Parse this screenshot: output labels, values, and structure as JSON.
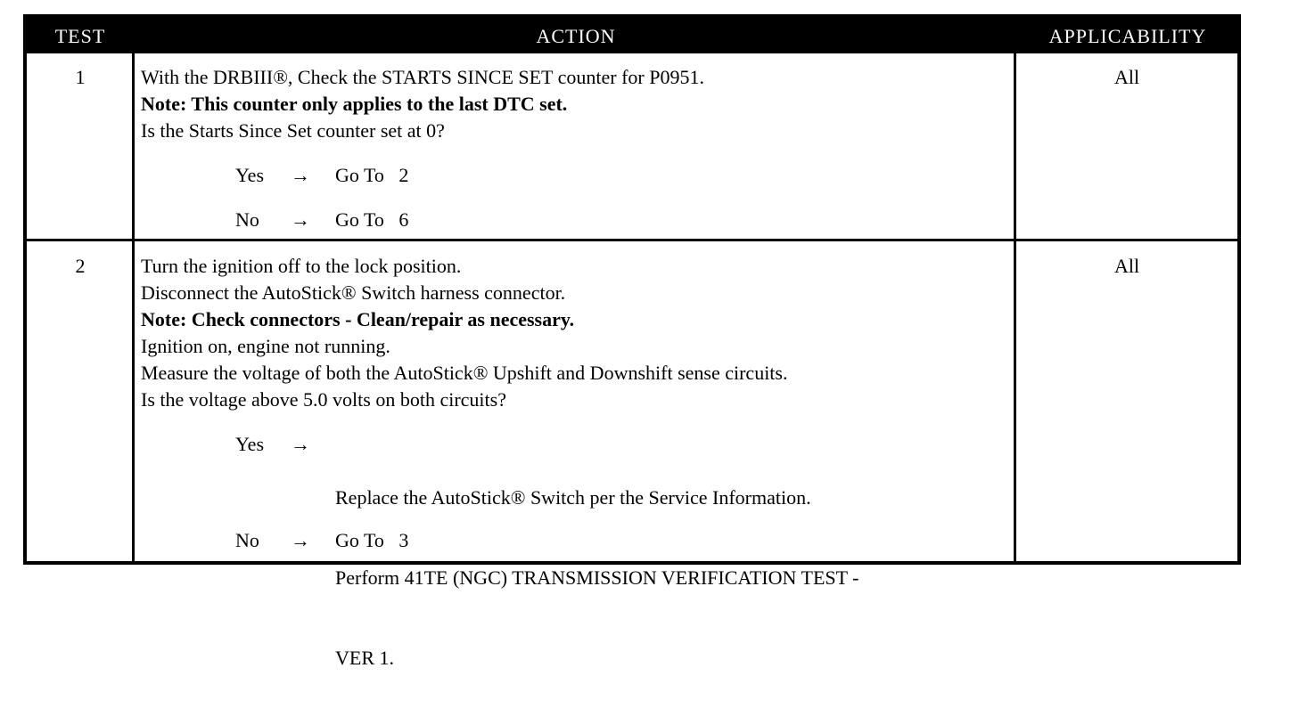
{
  "header": {
    "test": "TEST",
    "action": "ACTION",
    "applicability": "APPLICABILITY"
  },
  "rows": [
    {
      "test": "1",
      "lines": [
        {
          "text": "With the DRBIII®, Check the STARTS SINCE SET counter for P0951.",
          "bold": false
        },
        {
          "text": "Note: This counter only applies to the last DTC set.",
          "bold": true
        },
        {
          "text": "Is the Starts Since Set counter set at 0?",
          "bold": false
        }
      ],
      "responses": [
        {
          "label": "Yes",
          "arrow": "→",
          "text": [
            "Go To   2"
          ]
        },
        {
          "label": "No",
          "arrow": "→",
          "text": [
            "Go To   6"
          ]
        }
      ],
      "applicability": "All"
    },
    {
      "test": "2",
      "lines": [
        {
          "text": "Turn the ignition off to the lock position.",
          "bold": false
        },
        {
          "text": "Disconnect the AutoStick® Switch harness connector.",
          "bold": false
        },
        {
          "text": "Note: Check connectors - Clean/repair as necessary.",
          "bold": true
        },
        {
          "text": "Ignition on, engine not running.",
          "bold": false
        },
        {
          "text": "Measure the voltage of both the AutoStick® Upshift and Downshift sense circuits.",
          "bold": false
        },
        {
          "text": "Is the voltage above 5.0 volts on both circuits?",
          "bold": false
        }
      ],
      "responses": [
        {
          "label": "Yes",
          "arrow": "→",
          "text": [
            "Replace the AutoStick® Switch per the Service Information.",
            "Perform 41TE (NGC) TRANSMISSION VERIFICATION TEST -",
            "VER 1."
          ]
        },
        {
          "label": "No",
          "arrow": "→",
          "text": [
            "Go To   3"
          ]
        }
      ],
      "applicability": "All"
    }
  ]
}
